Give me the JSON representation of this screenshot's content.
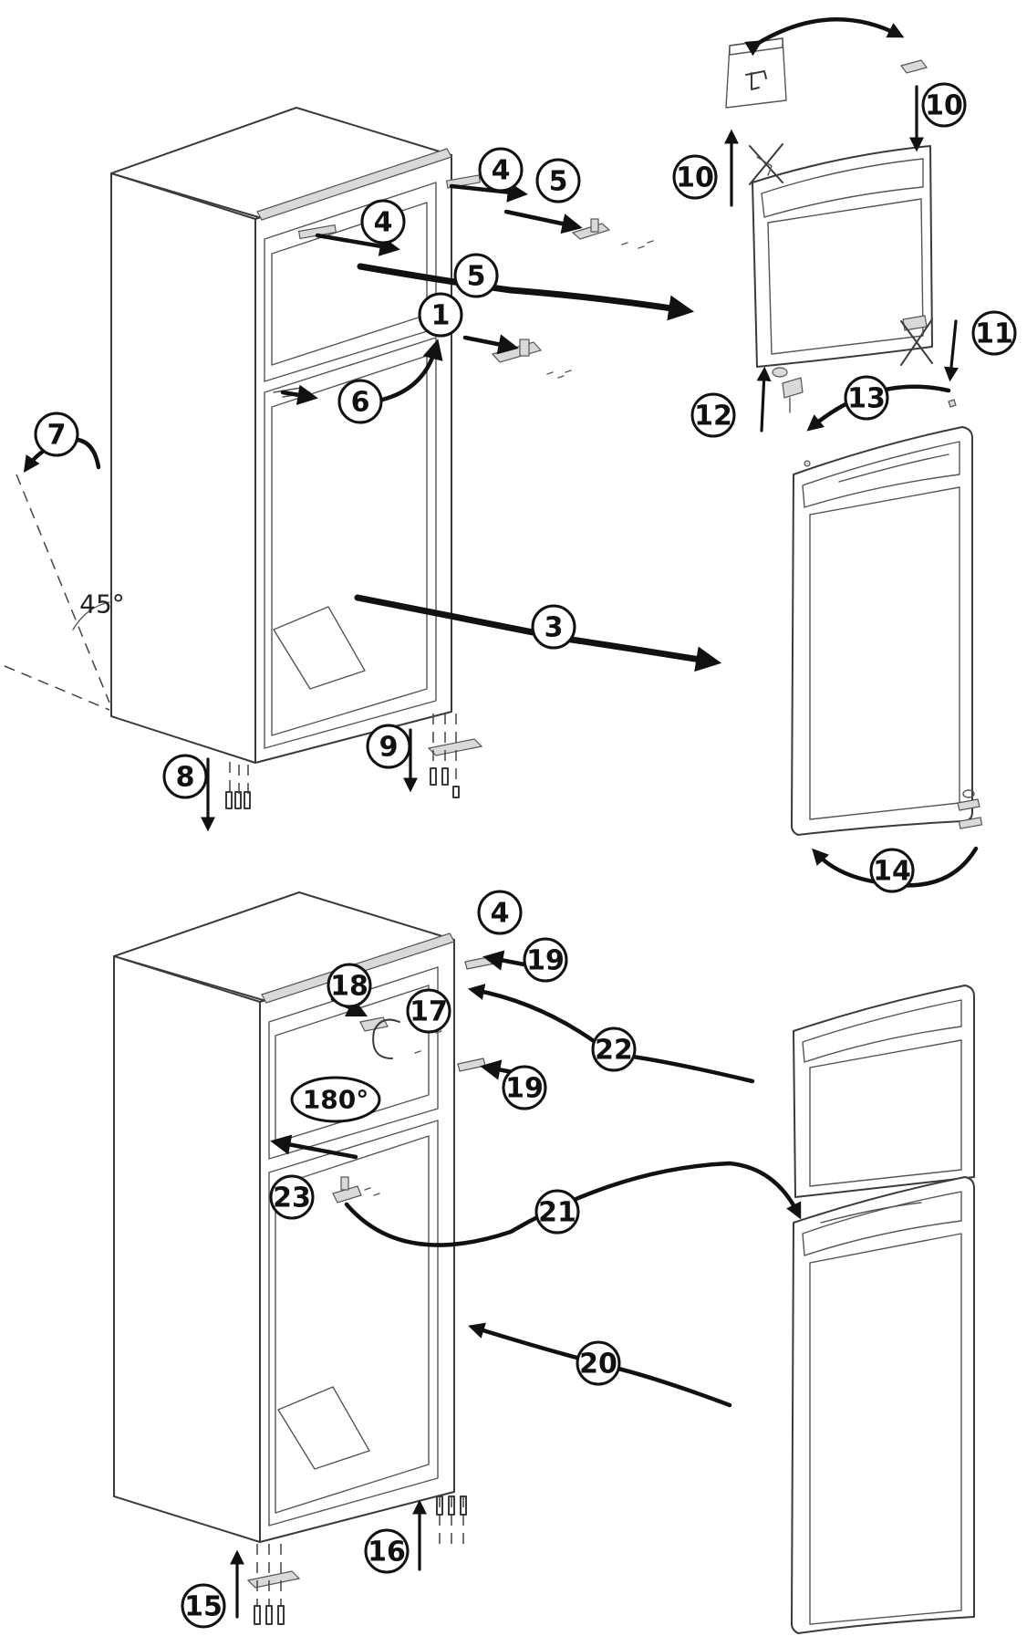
{
  "step_numbers": [
    "1",
    "3",
    "4",
    "4",
    "4",
    "5",
    "5",
    "6",
    "7",
    "8",
    "9",
    "10",
    "10",
    "11",
    "12",
    "13",
    "14",
    "15",
    "16",
    "17",
    "18",
    "19",
    "19",
    "20",
    "21",
    "22",
    "23"
  ],
  "angle_labels": {
    "tilt": "45°",
    "rotate": "180°"
  },
  "icons": [
    "hardware-bag-icon",
    "no-reuse-cross-icon",
    "hinge-icon",
    "screw-icon"
  ]
}
